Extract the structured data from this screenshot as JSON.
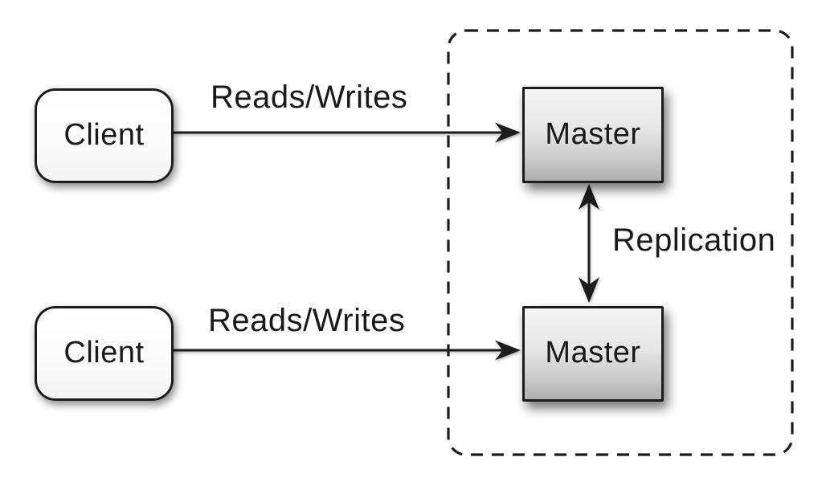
{
  "colors": {
    "canvas_background": "#ffffff",
    "stroke": "#1c1c1c",
    "text": "#1a1a1a",
    "client_fill_top": "#ffffff",
    "client_fill_bottom": "#f3f3f3",
    "master_fill_top": "#f5f5f5",
    "master_fill_bottom": "#aeaeae"
  },
  "nodes": {
    "client_top": {
      "label": "Client"
    },
    "client_bottom": {
      "label": "Client"
    },
    "master_top": {
      "label": "Master"
    },
    "master_bottom": {
      "label": "Master"
    }
  },
  "edges": {
    "reads_writes_top": {
      "label": "Reads/Writes"
    },
    "reads_writes_bottom": {
      "label": "Reads/Writes"
    },
    "replication": {
      "label": "Replication"
    }
  }
}
